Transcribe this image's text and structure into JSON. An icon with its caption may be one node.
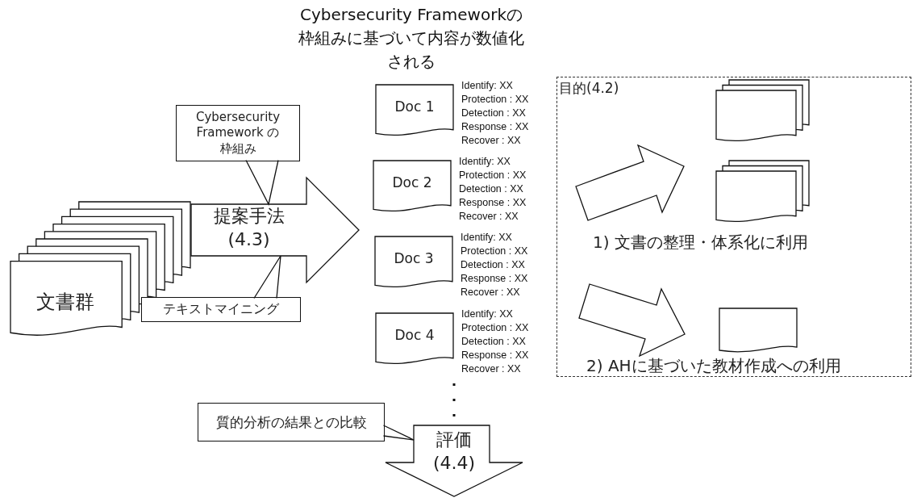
{
  "diagram": {
    "nodes": [
      {
        "text": [
          "文書群"
        ]
      },
      {
        "text": [
          "Cybersecurity Framework の枠組み"
        ]
      },
      {
        "text": [
          "テキストマイニング"
        ]
      },
      {
        "text": [
          "Doc 1"
        ],
        "beside": [
          "Identify: XX",
          "Protection : XX",
          "Detection : XX",
          "Response : XX",
          "Recover : XX"
        ]
      },
      {
        "text": [
          "Doc 2"
        ],
        "beside": [
          "Identify: XX",
          "Protection : XX",
          "Detection : XX",
          "Response : XX",
          "Recover : XX"
        ]
      },
      {
        "text": [
          "Doc 3"
        ],
        "beside": [
          "Identify: XX",
          "Protection : XX",
          "Detection : XX",
          "Response : XX",
          "Recover : XX"
        ]
      },
      {
        "text": [
          "Doc 4"
        ],
        "beside": [
          "Identify: XX",
          "Protection : XX",
          "Detection : XX",
          "Response : XX",
          "Recover : XX"
        ]
      },
      {
        "text": [
          "目的(4.2)"
        ]
      },
      {
        "text": [],
        "shape": "arrow",
        "in": 7
      },
      {
        "text": [],
        "shape": "stack",
        "in": 7
      },
      {
        "text": [],
        "shape": "stack",
        "in": 7
      },
      {
        "text": [],
        "shape": "arrow",
        "in": 7
      },
      {
        "text": [],
        "shape": "document",
        "in": 7
      },
      {
        "text": [
          "質的分析の結果との比較"
        ]
      },
      {
        "text": [
          "評価 (4.4)"
        ]
      }
    ],
    "edges": [
      {
        "from": 0,
        "to": null,
        "label": "提案手法 (4.3)",
        "arrow": "to",
        "style": "thick"
      },
      {
        "from": 1,
        "to": null,
        "arrow": "to"
      },
      {
        "from": 2,
        "to": null,
        "arrow": "to"
      },
      {
        "from": 13,
        "to": 14,
        "arrow": "to"
      }
    ],
    "labels": [
      "Cybersecurity Frameworkの枠組みに基づいて内容が数値化される",
      "1) 文書の整理・体系化に利用",
      "2) AHに基づいた教材作成への利用"
    ]
  }
}
